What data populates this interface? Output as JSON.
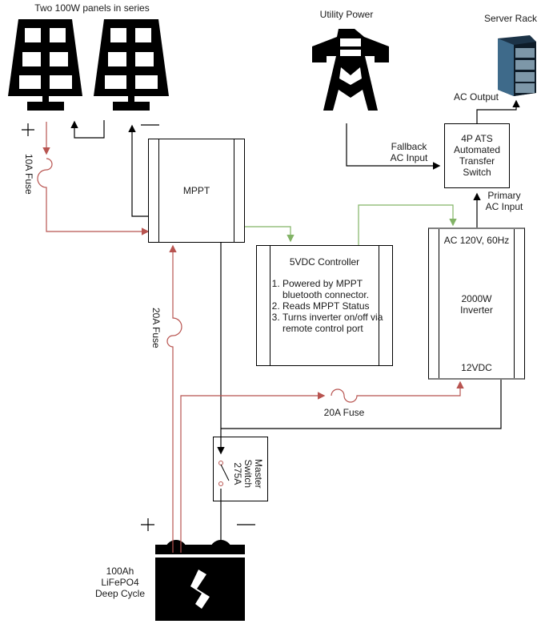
{
  "labels": {
    "solar_panels": "Two 100W panels in series",
    "utility_power": "Utility Power",
    "server_rack": "Server Rack",
    "ac_output": "AC Output",
    "fallback_ac_input": [
      "Fallback",
      "AC Input"
    ],
    "primary_ac_input": [
      "Primary",
      "AC Input"
    ],
    "fuse_10a": "10A Fuse",
    "fuse_20a_vertical": "20A Fuse",
    "fuse_20a_horizontal": "20A Fuse",
    "battery": [
      "100Ah",
      "LiFePO4",
      "Deep Cycle"
    ],
    "plus_sign": "+",
    "minus_sign": "—"
  },
  "ats": {
    "lines": [
      "4P ATS",
      "Automated",
      "Transfer",
      "Switch"
    ]
  },
  "mppt": {
    "title": "MPPT"
  },
  "controller": {
    "title": "5VDC Controller",
    "items": [
      "Powered by MPPT bluetooth connector.",
      "Reads MPPT Status",
      "Turns inverter on/off via remote control port"
    ]
  },
  "inverter": {
    "top": "AC 120V, 60Hz",
    "middle": [
      "2000W",
      "Inverter"
    ],
    "bottom": "12VDC"
  },
  "master_switch": {
    "lines": [
      "Master",
      "Switch",
      "275A"
    ]
  },
  "colors": {
    "positive_wire": "#b85450",
    "signal_wire": "#82b366",
    "negative_wire": "#000000",
    "frame_gray": "#808080"
  }
}
